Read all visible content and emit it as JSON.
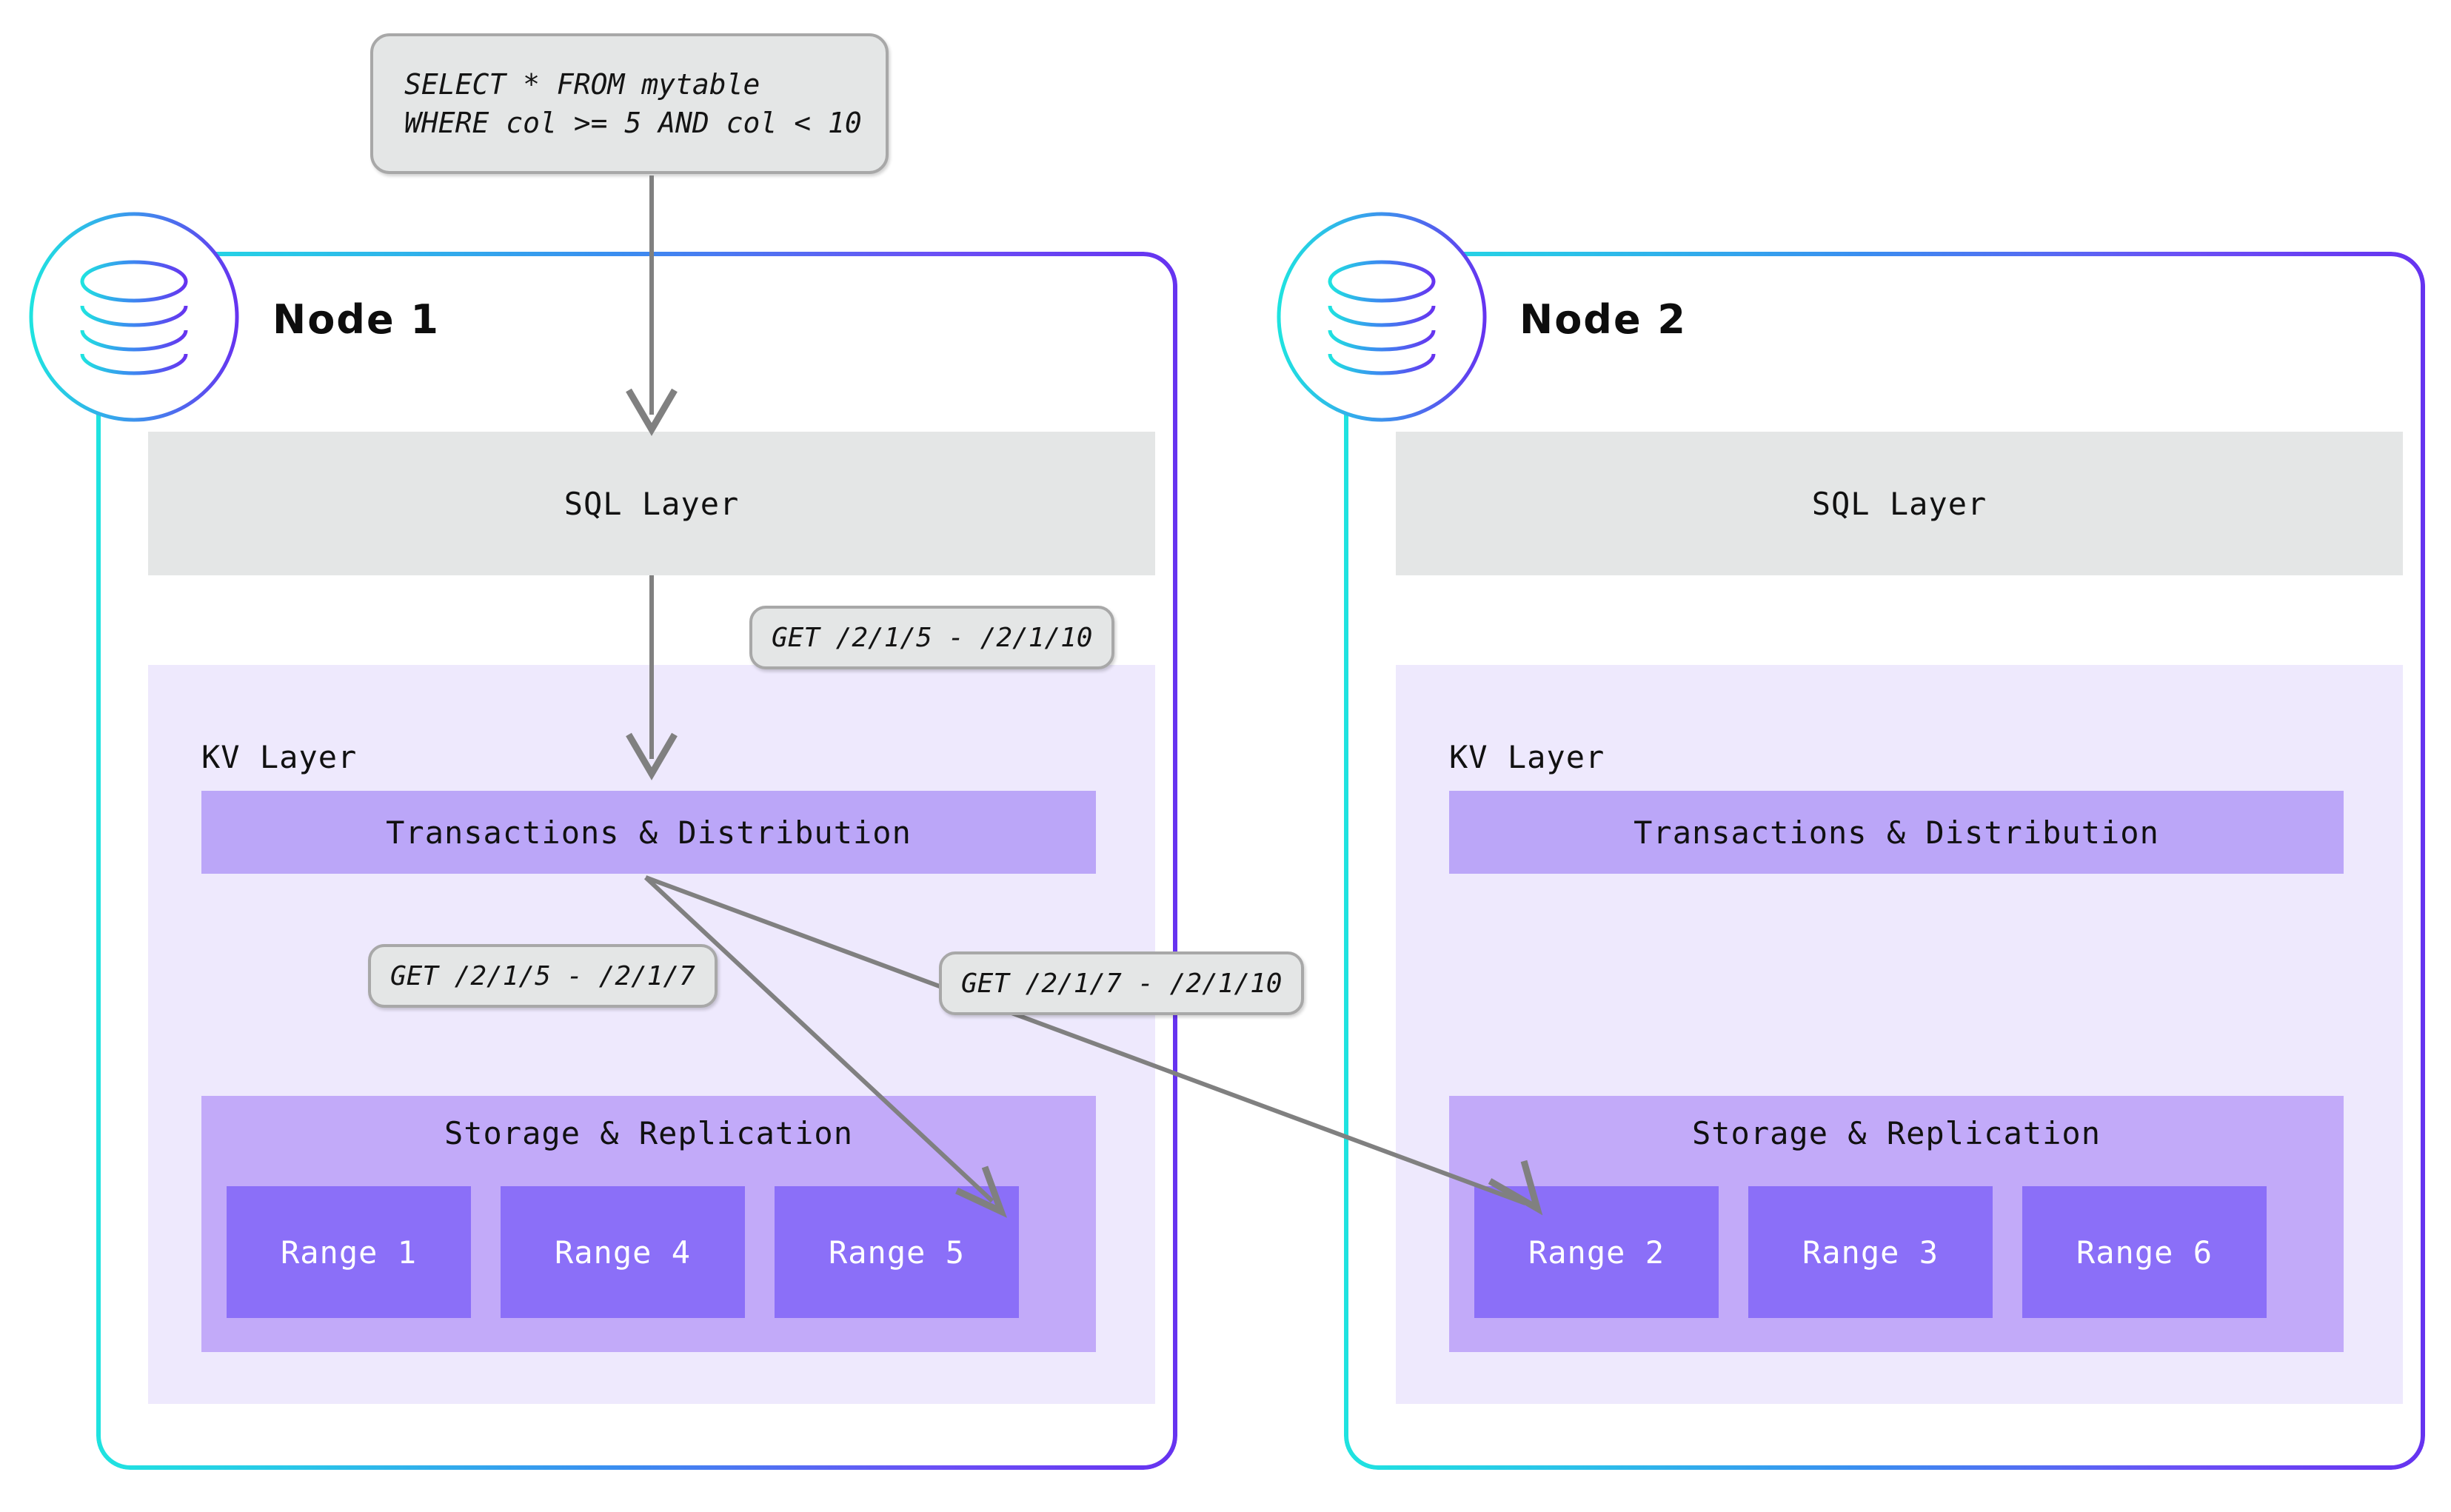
{
  "diagram": {
    "title": "CockroachDB distributed query routing across two nodes",
    "colors": {
      "gradient_start": "#1fe3e0",
      "gradient_mid": "#3a8ef0",
      "gradient_end": "#6633f0",
      "sql_layer_bg": "#e4e6e6",
      "kv_panel_bg": "#eee9fd",
      "txn_bar_bg": "#bba6f8",
      "storage_panel_bg": "#c2aaf9",
      "range_box_bg": "#8b6ff8",
      "arrow_stroke": "#808080",
      "callout_border": "#a8a8a8"
    }
  },
  "query": {
    "line1": "SELECT * FROM mytable",
    "line2": "WHERE col >= 5 AND col < 10"
  },
  "nodes": [
    {
      "id": "node-1",
      "title": "Node 1",
      "icon": "database-icon",
      "sql_layer": "SQL Layer",
      "kv_layer": "KV Layer",
      "transactions": "Transactions & Distribution",
      "storage": "Storage & Replication",
      "ranges": [
        "Range 1",
        "Range 4",
        "Range 5"
      ]
    },
    {
      "id": "node-2",
      "title": "Node 2",
      "icon": "database-icon",
      "sql_layer": "SQL Layer",
      "kv_layer": "KV Layer",
      "transactions": "Transactions & Distribution",
      "storage": "Storage & Replication",
      "ranges": [
        "Range 2",
        "Range 3",
        "Range 6"
      ]
    }
  ],
  "callouts": {
    "kv_request": "GET /2/1/5 - /2/1/10",
    "range_request_local": "GET /2/1/5 - /2/1/7",
    "range_request_remote": "GET /2/1/7 - /2/1/10"
  }
}
